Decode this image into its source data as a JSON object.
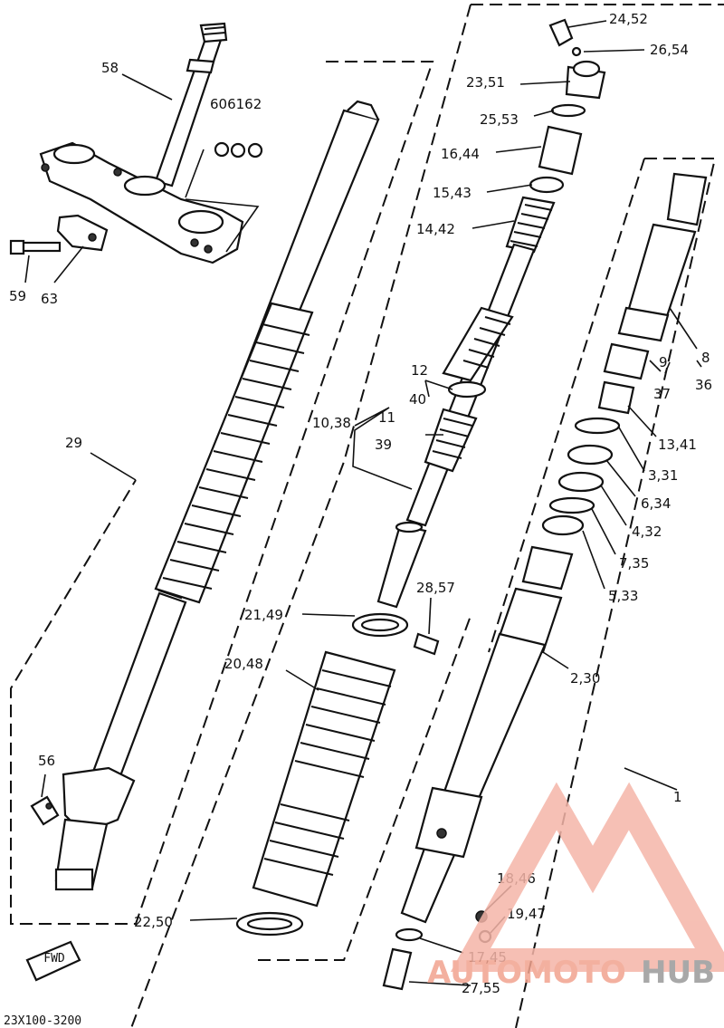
{
  "diagram": {
    "code": "23X100-3200",
    "fwd_mark": "FWD",
    "labels": {
      "l58": "58",
      "l60_62": "606162",
      "l59": "59",
      "l63": "63",
      "l29": "29",
      "l56": "56",
      "l24_52": "24,52",
      "l26_54": "26,54",
      "l23_51": "23,51",
      "l25_53": "25,53",
      "l16_44": "16,44",
      "l15_43": "15,43",
      "l14_42": "14,42",
      "l12": "12",
      "l40": "40",
      "l10_38": "10,38",
      "l11": "11",
      "l39": "39",
      "l28_57": "28,57",
      "l21_49": "21,49",
      "l20_48": "20,48",
      "l22_50": "22,50",
      "l18_46": "18,46",
      "l19_47": "19,47",
      "l17_45": "17,45",
      "l27_55": "27,55",
      "l2_30": "2,30",
      "l1": "1",
      "l9": "9",
      "l37": "37",
      "l8": "8",
      "l36": "36",
      "l13_41": "13,41",
      "l3_31": "3,31",
      "l6_34": "6,34",
      "l4_32": "4,32",
      "l7_35": "7,35",
      "l5_33": "5,33"
    }
  },
  "watermark": {
    "brand_part1": "AUTOMOTO",
    "brand_part2": "HUB",
    "color_part1": "#f2a38f",
    "color_part2": "#9a9a9a",
    "triangle_color": "#f5b5a8"
  }
}
